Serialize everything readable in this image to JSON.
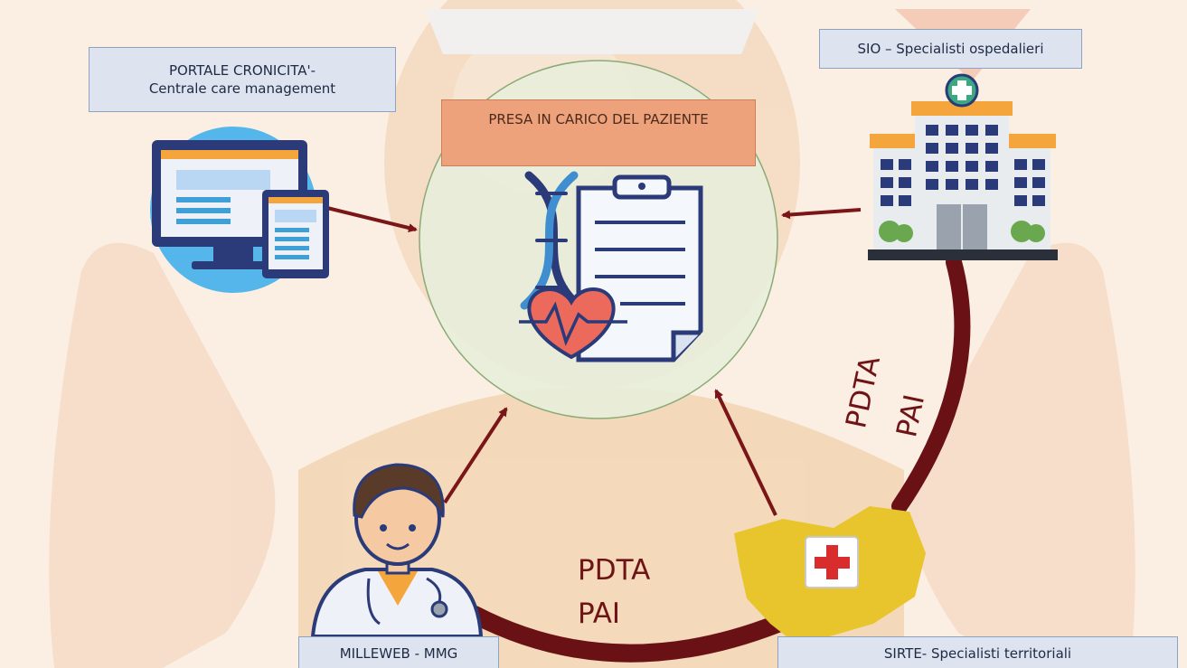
{
  "nodes": {
    "portale": {
      "line1": "PORTALE CRONICITA'-",
      "line2": "Centrale care management"
    },
    "sio": {
      "label": "SIO – Specialisti ospedalieri"
    },
    "center": {
      "label": "PRESA IN CARICO DEL PAZIENTE"
    },
    "milleweb": {
      "label": "MILLEWEB - MMG"
    },
    "sirte": {
      "label": "SIRTE- Specialisti territoriali"
    }
  },
  "flows": {
    "bottom": {
      "line1": "PDTA",
      "line2": "PAI"
    },
    "right": {
      "line1": "PDTA",
      "line2": "PAI"
    }
  },
  "icons": [
    "computer-icon",
    "tablet-icon",
    "hospital-icon",
    "clipboard-icon",
    "dna-icon",
    "heart-icon",
    "doctor-icon",
    "region-map-icon",
    "red-cross-icon"
  ],
  "colors": {
    "arrow": "#7a1518",
    "arc": "#6a1115",
    "label_box": "#dde4f0",
    "center_box": "#eea27b",
    "circle": "#e6eedb",
    "background": "#fbeee3"
  }
}
